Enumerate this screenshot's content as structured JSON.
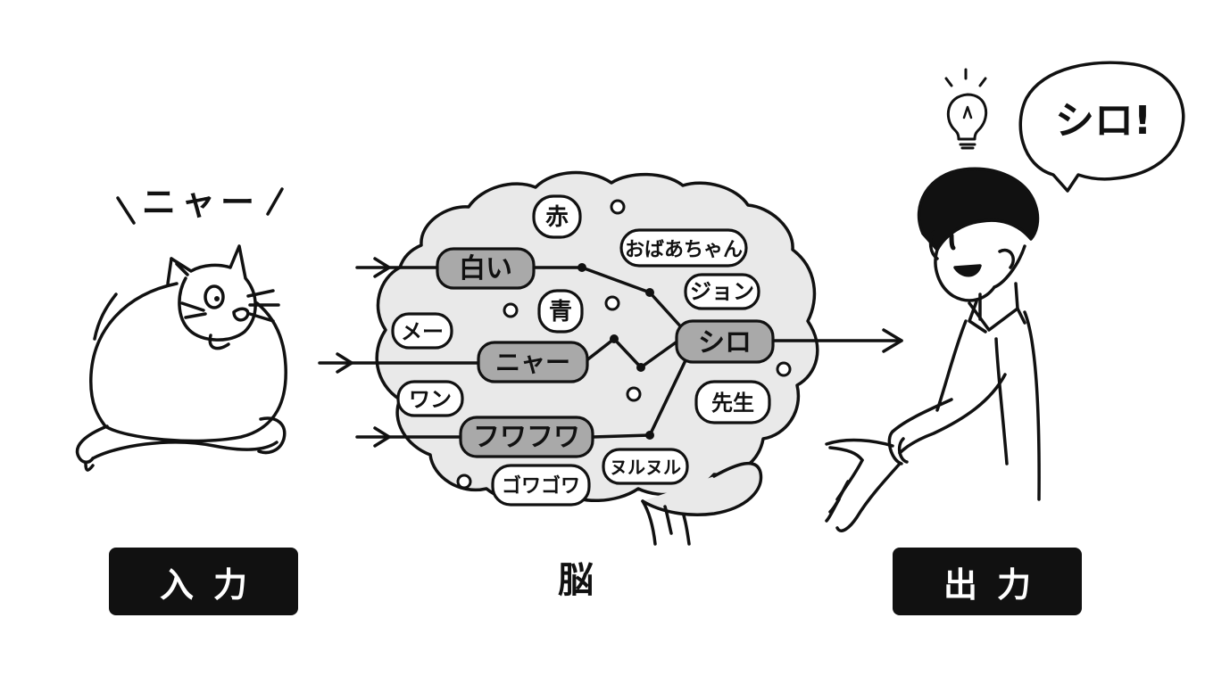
{
  "input_label": "入力",
  "brain_label": "脳",
  "output_label": "出力",
  "cat_sound": "ニャー",
  "speech": "シロ!",
  "brain_words": {
    "aka": "赤",
    "obaachan": "おばあちゃん",
    "shiroi": "白い",
    "jon": "ジョン",
    "ao": "青",
    "mee": "メー",
    "nyaa": "ニャー",
    "shiro": "シロ",
    "wan": "ワン",
    "sensei": "先生",
    "fuwafuwa": "フワフワ",
    "nurunuru": "ヌルヌル",
    "gowagowa": "ゴワゴワ"
  },
  "colors": {
    "ink": "#111111",
    "brain_fill": "#e9e9e9",
    "active_word": "#a9a9a9",
    "label_bg": "#111111"
  }
}
